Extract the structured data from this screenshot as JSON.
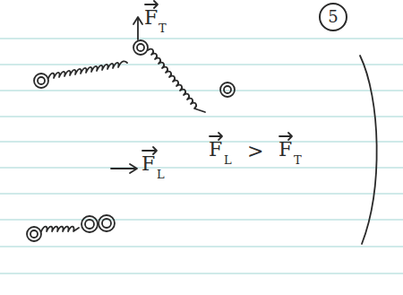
{
  "diagram": {
    "nodes": [
      {
        "text": [
          "5"
        ]
      }
    ],
    "labels": [
      "F",
      "T",
      "F",
      "L",
      "F",
      "L",
      ">",
      "F",
      "T"
    ]
  }
}
